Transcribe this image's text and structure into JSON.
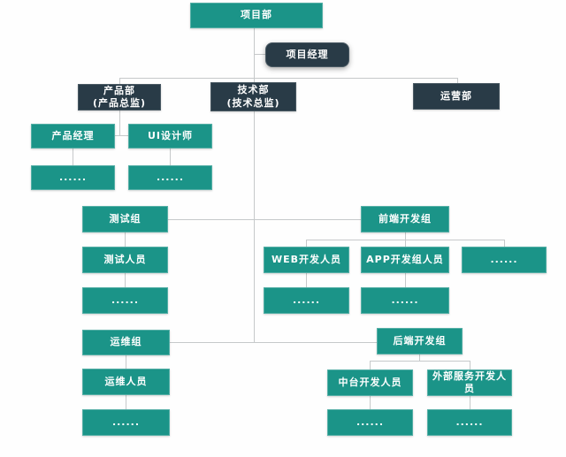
{
  "diagram": {
    "type": "org-chart",
    "colors": {
      "node_primary": "#1b9488",
      "node_dark": "#293b47",
      "connector": "#c6c9ca",
      "text": "#ffffff",
      "background": "#fefefe"
    },
    "nodes": [
      {
        "id": "project-dept",
        "label": "项目部",
        "style": "teal"
      },
      {
        "id": "project-manager",
        "label": "项目经理",
        "style": "dark-rounded"
      },
      {
        "id": "product-dept",
        "label": "产品部\n(产品总监)",
        "style": "dark"
      },
      {
        "id": "tech-dept",
        "label": "技术部\n(技术总监)",
        "style": "dark"
      },
      {
        "id": "operations-dept",
        "label": "运营部",
        "style": "dark"
      },
      {
        "id": "product-manager",
        "label": "产品经理",
        "style": "teal"
      },
      {
        "id": "ui-designer",
        "label": "UI设计师",
        "style": "teal"
      },
      {
        "id": "product-manager-more",
        "label": "......",
        "style": "teal"
      },
      {
        "id": "ui-designer-more",
        "label": "......",
        "style": "teal"
      },
      {
        "id": "testing-group",
        "label": "测试组",
        "style": "teal"
      },
      {
        "id": "frontend-group",
        "label": "前端开发组",
        "style": "teal"
      },
      {
        "id": "testers",
        "label": "测试人员",
        "style": "teal"
      },
      {
        "id": "web-devs",
        "label": "WEB开发人员",
        "style": "teal"
      },
      {
        "id": "app-devs",
        "label": "APP开发组人员",
        "style": "teal"
      },
      {
        "id": "frontend-more",
        "label": "......",
        "style": "teal"
      },
      {
        "id": "testers-more",
        "label": "......",
        "style": "teal"
      },
      {
        "id": "web-devs-more",
        "label": "......",
        "style": "teal"
      },
      {
        "id": "app-devs-more",
        "label": "......",
        "style": "teal"
      },
      {
        "id": "ops-group",
        "label": "运维组",
        "style": "teal"
      },
      {
        "id": "backend-group",
        "label": "后端开发组",
        "style": "teal"
      },
      {
        "id": "ops-staff",
        "label": "运维人员",
        "style": "teal"
      },
      {
        "id": "midplatform-devs",
        "label": "中台开发人员",
        "style": "teal"
      },
      {
        "id": "external-devs",
        "label": "外部服务开发人员",
        "style": "teal"
      },
      {
        "id": "ops-more",
        "label": "......",
        "style": "teal"
      },
      {
        "id": "midplatform-more",
        "label": "......",
        "style": "teal"
      },
      {
        "id": "external-more",
        "label": "......",
        "style": "teal"
      }
    ],
    "edges": [
      {
        "from": "project-dept",
        "to": "project-manager"
      },
      {
        "from": "project-dept",
        "to": "product-dept"
      },
      {
        "from": "project-dept",
        "to": "tech-dept"
      },
      {
        "from": "project-dept",
        "to": "operations-dept"
      },
      {
        "from": "product-dept",
        "to": "product-manager"
      },
      {
        "from": "product-dept",
        "to": "ui-designer"
      },
      {
        "from": "product-manager",
        "to": "product-manager-more"
      },
      {
        "from": "ui-designer",
        "to": "ui-designer-more"
      },
      {
        "from": "tech-dept",
        "to": "testing-group"
      },
      {
        "from": "tech-dept",
        "to": "frontend-group"
      },
      {
        "from": "tech-dept",
        "to": "ops-group"
      },
      {
        "from": "tech-dept",
        "to": "backend-group"
      },
      {
        "from": "testing-group",
        "to": "testers"
      },
      {
        "from": "testers",
        "to": "testers-more"
      },
      {
        "from": "frontend-group",
        "to": "web-devs"
      },
      {
        "from": "frontend-group",
        "to": "app-devs"
      },
      {
        "from": "frontend-group",
        "to": "frontend-more"
      },
      {
        "from": "web-devs",
        "to": "web-devs-more"
      },
      {
        "from": "app-devs",
        "to": "app-devs-more"
      },
      {
        "from": "ops-group",
        "to": "ops-staff"
      },
      {
        "from": "ops-staff",
        "to": "ops-more"
      },
      {
        "from": "backend-group",
        "to": "midplatform-devs"
      },
      {
        "from": "backend-group",
        "to": "external-devs"
      },
      {
        "from": "midplatform-devs",
        "to": "midplatform-more"
      },
      {
        "from": "external-devs",
        "to": "external-more"
      }
    ]
  }
}
